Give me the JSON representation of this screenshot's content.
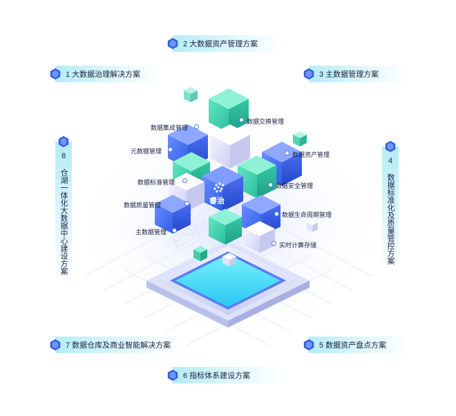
{
  "center_logo": {
    "text": "睿治"
  },
  "solutions": {
    "s1": "1 大数据治理解决方案",
    "s2": "2 大数据资产管理方案",
    "s3": "3 主数据管理方案",
    "s4": "4 数据标准化及质量管控方案",
    "s5": "5 数据资产盘点方案",
    "s6": "6 指标体系建设方案",
    "s7": "7 数据仓库及商业智能解决方案",
    "s8": "8 仓湖一体化大数据中心建设方案"
  },
  "modules_left": [
    "数据集成管理",
    "元数据管理",
    "数据标准管理",
    "数据质量管理",
    "主数据管理"
  ],
  "modules_right": [
    "数据交换管理",
    "数据资产管理",
    "数据安全管理",
    "数据生命周期管理",
    "实时计算存储"
  ],
  "colors": {
    "banner_cyan": "#78dcf0",
    "hex_blue": "#2f5fd8",
    "cube_blue": "#3f6ef0",
    "cube_green": "#36d3a8",
    "cube_lavender": "#dcdcf6",
    "text_dark": "#1a2240"
  }
}
